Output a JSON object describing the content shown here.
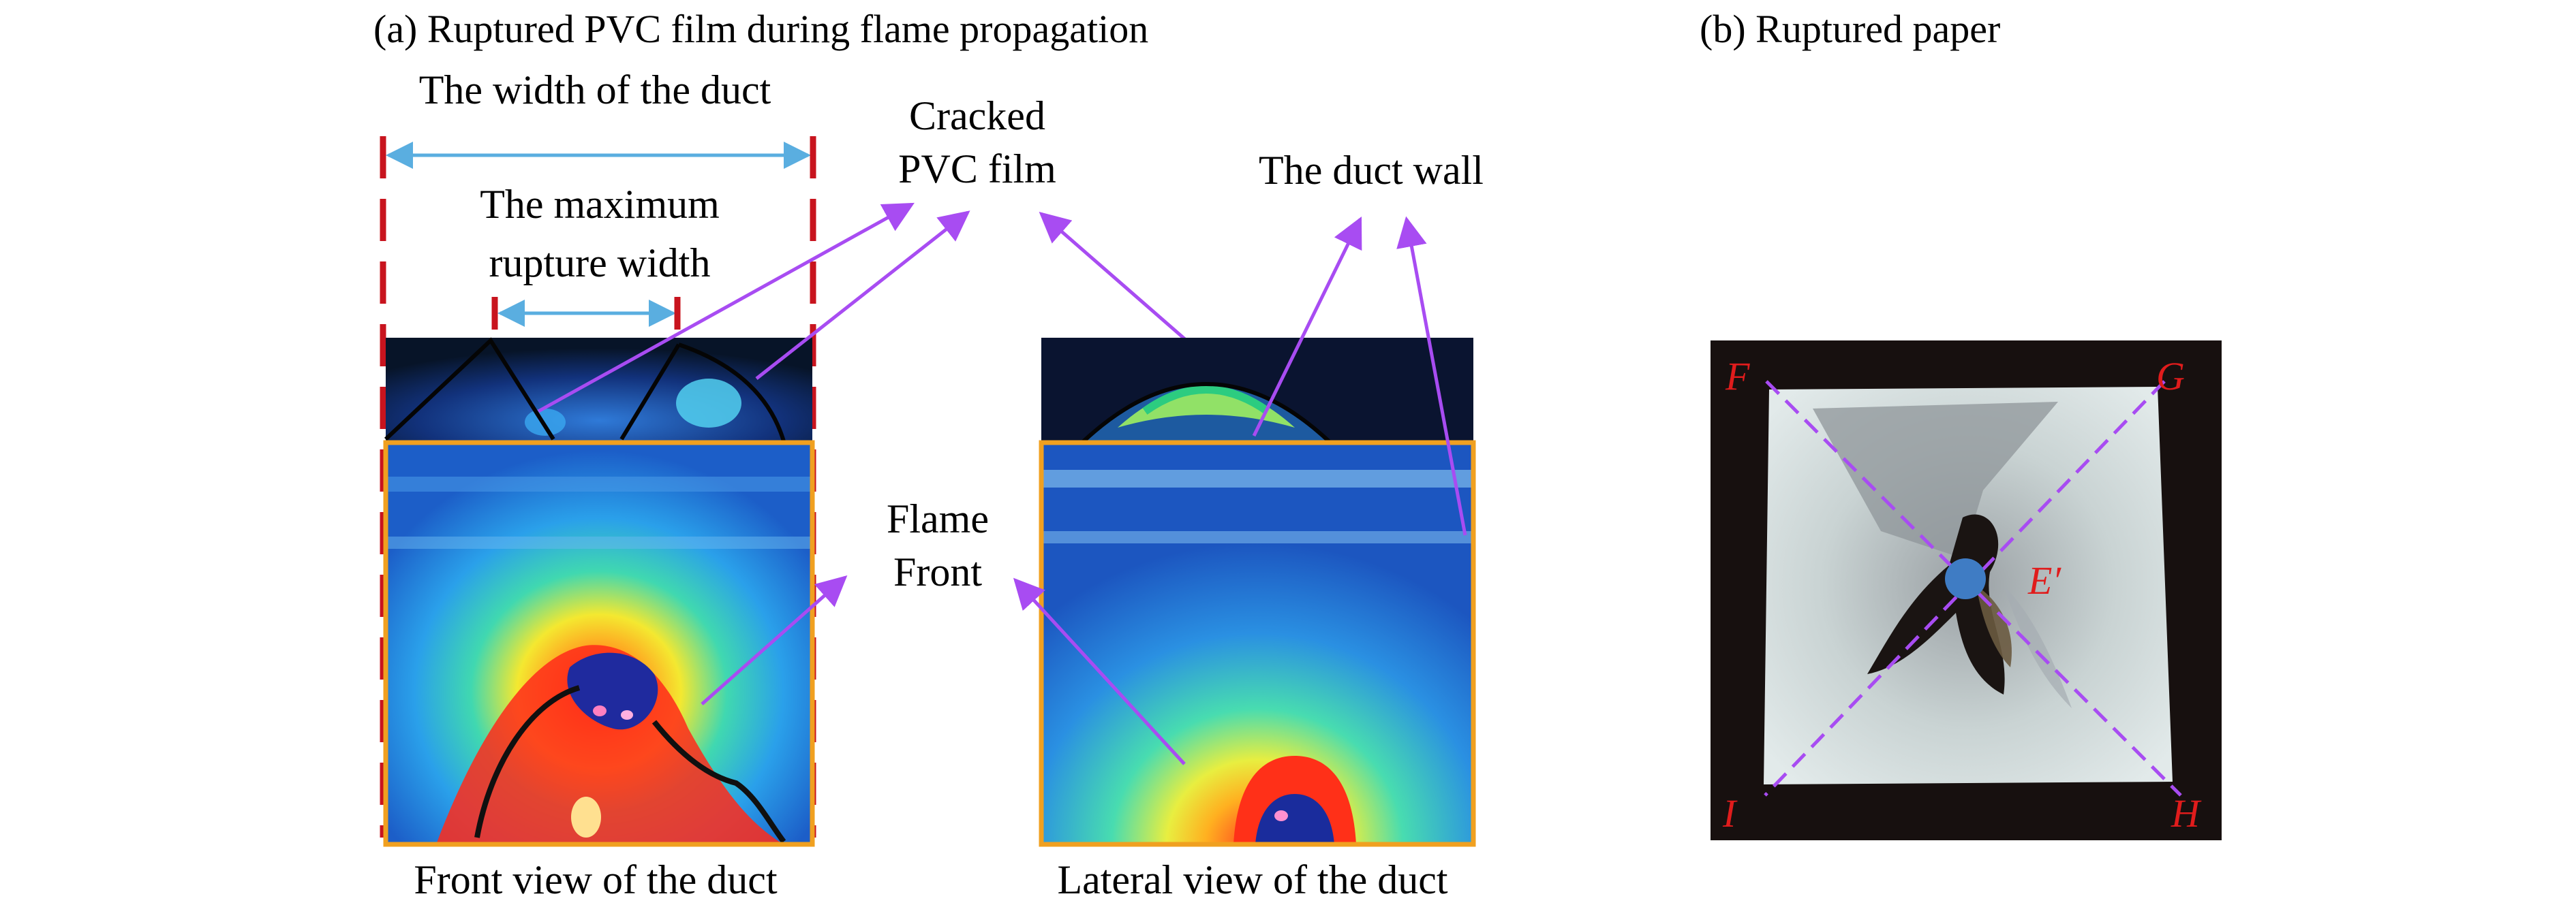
{
  "panel_a": {
    "title": "(a) Ruptured PVC film during flame propagation",
    "width_label": "The width of the duct",
    "max_rupture_line1": "The maximum",
    "max_rupture_line2": "rupture width",
    "cracked_line1": "Cracked",
    "cracked_line2": "PVC film",
    "duct_wall": "The duct wall",
    "flame_line1": "Flame",
    "flame_line2": "Front",
    "front_caption": "Front view of the duct",
    "lateral_caption": "Lateral view of the duct"
  },
  "panel_b": {
    "title": "(b) Ruptured paper",
    "points": {
      "F": "F",
      "G": "G",
      "E": "E′",
      "I": "I",
      "H": "H"
    }
  },
  "colors": {
    "arrow_purple": "#a84cf2",
    "dimension_blue": "#5aaee0",
    "dashed_red": "#c8141e",
    "frame_orange": "#f0a020",
    "point_red": "#e01c1c",
    "center_dot": "#3f7cc4"
  }
}
